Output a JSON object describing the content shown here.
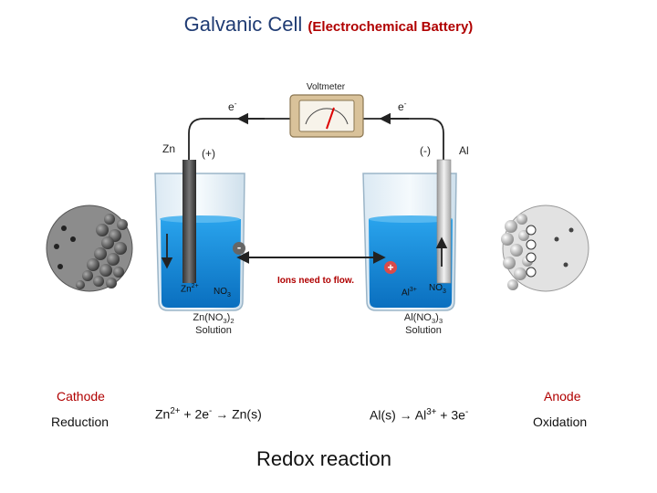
{
  "title": {
    "main": "Galvanic Cell",
    "sub": "(Electrochemical Battery)"
  },
  "voltmeter": {
    "label": "Voltmeter"
  },
  "electron_left": {
    "base": "e",
    "sup": "-"
  },
  "electron_right": {
    "base": "e",
    "sup": "-"
  },
  "left_electrode": {
    "metal": "Zn",
    "sign": "(+)"
  },
  "right_electrode": {
    "metal": "Al",
    "sign": "(-)"
  },
  "salt_bridge": {
    "label": "Ions need to flow.",
    "minus": "-",
    "plus": "+"
  },
  "left_ions": {
    "cation_base": "Zn",
    "cation_sup": "2+",
    "anion_base": "NO",
    "anion_sub": "3"
  },
  "right_ions": {
    "cation_base": "Al",
    "cation_sup": "3+",
    "anion_base": "NO",
    "anion_sub": "3"
  },
  "left_solution": {
    "formula_a": "Zn(NO",
    "formula_sub_a": "3",
    "formula_b": ")",
    "formula_sub_b": "2",
    "label": "Solution"
  },
  "right_solution": {
    "formula_a": "Al(NO",
    "formula_sub_a": "3",
    "formula_b": ")",
    "formula_sub_b": "3",
    "label": "Solution"
  },
  "cathode": {
    "label": "Cathode",
    "process": "Reduction"
  },
  "anode": {
    "label": "Anode",
    "process": "Oxidation"
  },
  "cathode_eq": {
    "a": "Zn",
    "a_sup": "2+",
    "b": " + 2e",
    "b_sup": "-",
    "c": " → Zn(s)"
  },
  "anode_eq": {
    "a": "Al(s) → Al",
    "a_sup": "3+",
    "b": " + 3e",
    "b_sup": "-"
  },
  "footer": "Redox reaction",
  "colors": {
    "title": "#1f3b73",
    "accent": "#b00000",
    "solution": "#0a84d6",
    "wire": "#222222"
  }
}
